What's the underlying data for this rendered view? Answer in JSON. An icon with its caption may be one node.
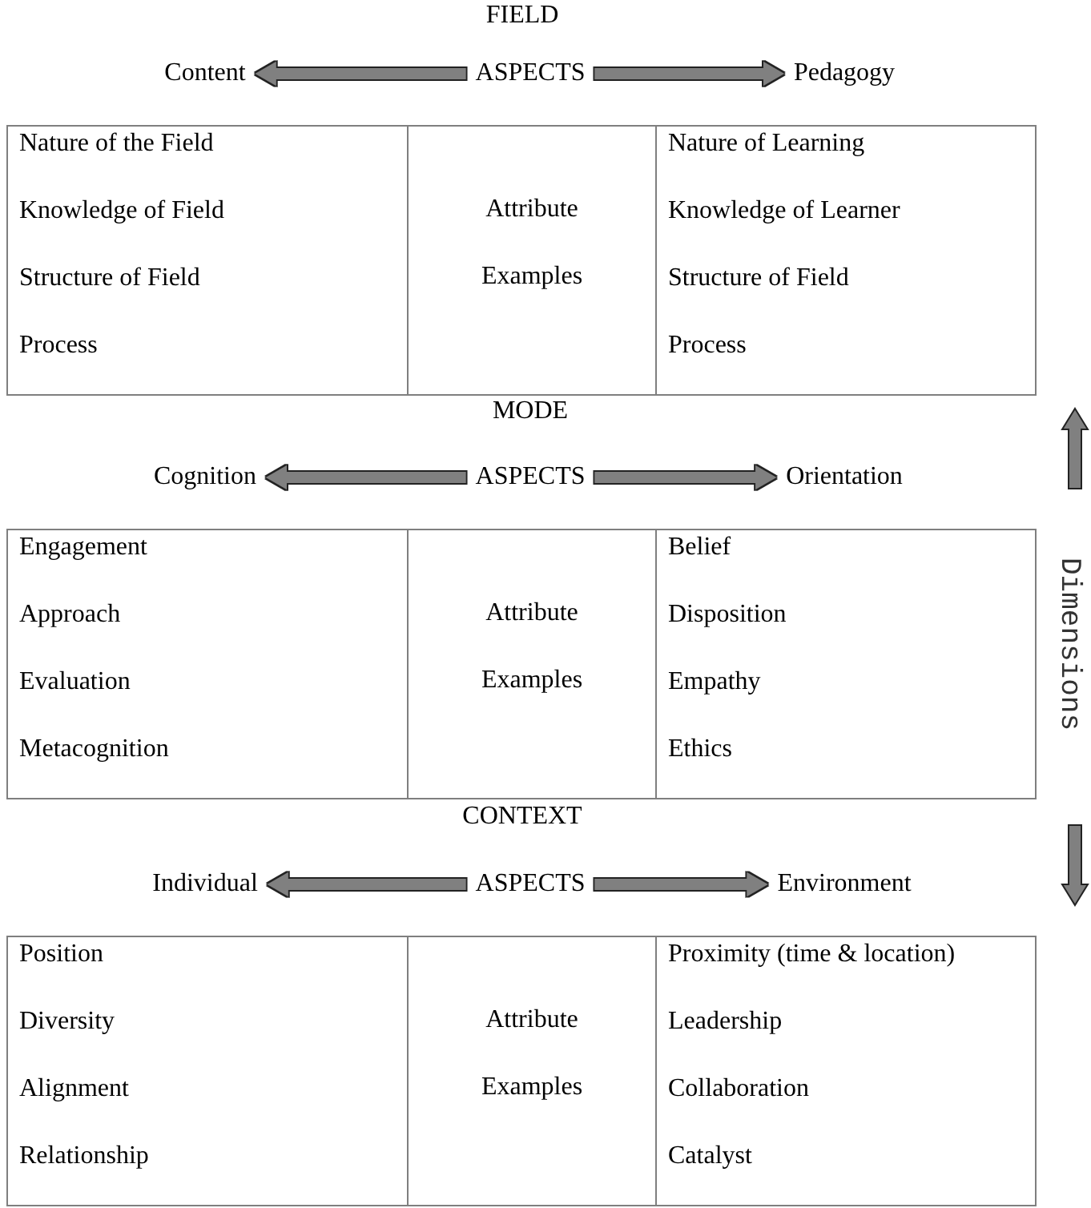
{
  "diagram": {
    "nodes": [
      {
        "text": [
          "Content"
        ]
      },
      {
        "text": [
          "ASPECTS"
        ]
      },
      {
        "text": [
          "Pedagogy"
        ]
      },
      {
        "text": [
          "Nature of the Field",
          "Knowledge of Field",
          "Structure of Field",
          "Process"
        ]
      },
      {
        "text": [
          "Attribute Examples"
        ]
      },
      {
        "text": [
          "Nature of Learning",
          "Knowledge of Learner",
          "Structure of Field",
          "Process"
        ]
      },
      {
        "text": [
          "Cognition"
        ]
      },
      {
        "text": [
          "ASPECTS"
        ]
      },
      {
        "text": [
          "Orientation"
        ]
      },
      {
        "text": [
          "Engagement",
          "Approach",
          "Evaluation",
          "Metacognition"
        ]
      },
      {
        "text": [
          "Attribute Examples"
        ]
      },
      {
        "text": [
          "Belief",
          "Disposition",
          "Empathy",
          "Ethics"
        ]
      },
      {
        "text": [
          "Individual"
        ]
      },
      {
        "text": [
          "ASPECTS"
        ]
      },
      {
        "text": [
          "Environment"
        ]
      },
      {
        "text": [
          "Position",
          "Diversity",
          "Alignment",
          "Relationship"
        ]
      },
      {
        "text": [
          "Attribute Examples"
        ]
      },
      {
        "text": [
          "Proximity (time & location)",
          "Leadership",
          "Collaboration",
          "Catalyst"
        ]
      }
    ],
    "edges": [
      {
        "from": 1,
        "to": 0,
        "arrow": "to"
      },
      {
        "from": 1,
        "to": 2,
        "arrow": "to"
      },
      {
        "from": 7,
        "to": 6,
        "arrow": "to"
      },
      {
        "from": 7,
        "to": 8,
        "arrow": "to"
      },
      {
        "from": 13,
        "to": 12,
        "arrow": "to"
      },
      {
        "from": 13,
        "to": 14,
        "arrow": "to"
      }
    ],
    "labels": [
      "FIELD",
      "MODE",
      "Dimensions",
      "CONTEXT"
    ]
  }
}
